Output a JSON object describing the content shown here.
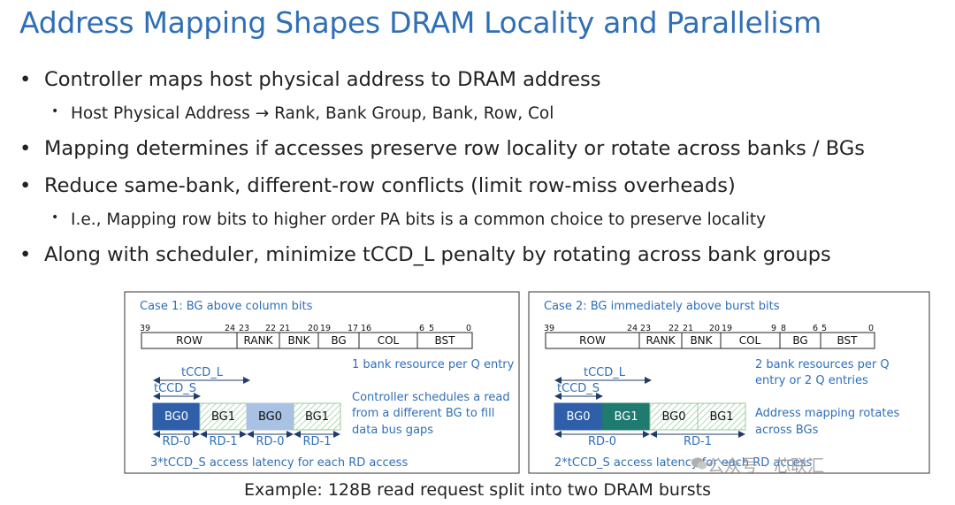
{
  "title": "Address Mapping Shapes DRAM Locality and Parallelism",
  "bullets": [
    {
      "level": 1,
      "text": "Controller maps host physical address to DRAM address"
    },
    {
      "level": 2,
      "text": "Host Physical Address → Rank, Bank Group, Bank, Row, Col"
    },
    {
      "level": 1,
      "text": "Mapping determines if accesses preserve row locality or rotate across banks / BGs"
    },
    {
      "level": 1,
      "text": "Reduce same-bank, different-row conflicts (limit row-miss overheads)"
    },
    {
      "level": 2,
      "text": "I.e., Mapping row bits to higher order PA bits is a common choice to preserve locality"
    },
    {
      "level": 1,
      "text": "Along with scheduler, minimize tCCD_L penalty by rotating across bank groups"
    }
  ],
  "colors": {
    "title": "#2f6fb8",
    "annotation": "#2f6fb8",
    "bg_blue_dark": "#2e5fa8",
    "bg_blue_light": "#a9c1e3",
    "bg_teal": "#1f7a70",
    "hatch": "#7fbf7f"
  },
  "cases": [
    {
      "title": "Case 1: BG above column bits",
      "bit_labels": [
        "39",
        "24",
        "23",
        "22",
        "21",
        "20",
        "19",
        "17",
        "16",
        "6",
        "5",
        "0"
      ],
      "fields": [
        "ROW",
        "RANK",
        "BNK",
        "BG",
        "COL",
        "BST"
      ],
      "tccd_l": "tCCD_L",
      "tccd_s": "tCCD_S",
      "blocks": [
        {
          "label": "BG0",
          "style": "solid-dark"
        },
        {
          "label": "BG1",
          "style": "hatch"
        },
        {
          "label": "BG0",
          "style": "solid-light"
        },
        {
          "label": "BG1",
          "style": "hatch"
        }
      ],
      "rd_labels": [
        "RD-0",
        "RD-1",
        "RD-0",
        "RD-1"
      ],
      "note1": "1 bank resource per Q entry",
      "note2": [
        "Controller schedules a read",
        "from a different BG to fill",
        "data bus gaps"
      ],
      "latency": "3*tCCD_S access latency for each RD access"
    },
    {
      "title": "Case 2: BG immediately above burst bits",
      "bit_labels": [
        "39",
        "24",
        "23",
        "22",
        "21",
        "20",
        "19",
        "9",
        "8",
        "6",
        "5",
        "0"
      ],
      "fields": [
        "ROW",
        "RANK",
        "BNK",
        "COL",
        "BG",
        "BST"
      ],
      "tccd_l": "tCCD_L",
      "tccd_s": "tCCD_S",
      "blocks": [
        {
          "label": "BG0",
          "style": "solid-dark"
        },
        {
          "label": "BG1",
          "style": "solid-teal"
        },
        {
          "label": "BG0",
          "style": "hatch"
        },
        {
          "label": "BG1",
          "style": "hatch"
        }
      ],
      "rd_labels": [
        "RD-0",
        "RD-1"
      ],
      "note1": [
        "2 bank resources per Q",
        "entry or 2 Q entries"
      ],
      "note2": [
        "Address mapping rotates",
        "across BGs"
      ],
      "latency": "2*tCCD_S access latency for each RD access"
    }
  ],
  "caption": "Example: 128B read request split into two DRAM bursts",
  "watermark": "公众号 · 芯联汇"
}
